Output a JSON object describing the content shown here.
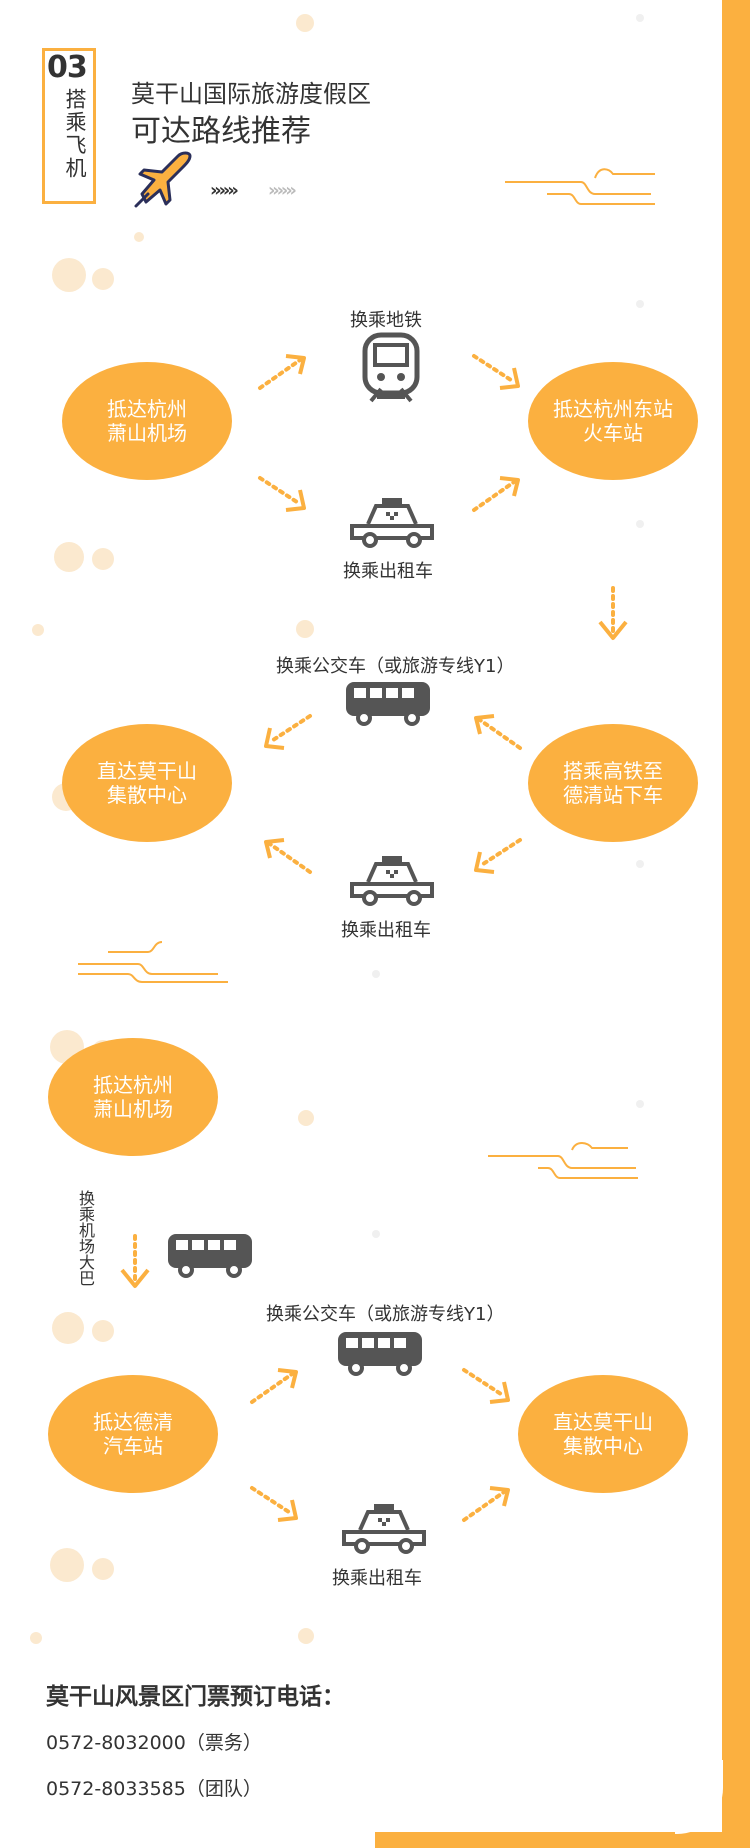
{
  "header": {
    "number": "03",
    "section_title": "搭乘飞机",
    "title_line1": "莫干山国际旅游度假区",
    "title_line2": "可达路线推荐"
  },
  "route1": {
    "start": "抵达杭州\n萧山机场",
    "end": "抵达杭州东站\n火车站",
    "upper_transfer": "换乘地铁",
    "lower_transfer": "换乘出租车"
  },
  "route2": {
    "start": "搭乘高铁至\n德清站下车",
    "end": "直达莫干山\n集散中心",
    "upper_transfer": "换乘公交车（或旅游专线Y1）",
    "lower_transfer": "换乘出租车"
  },
  "route3": {
    "start": "抵达杭州\n萧山机场",
    "transfer": "换乘机场大巴"
  },
  "route4": {
    "start": "抵达德清\n汽车站",
    "end": "直达莫干山\n集散中心",
    "upper_transfer": "换乘公交车（或旅游专线Y1）",
    "lower_transfer": "换乘出租车"
  },
  "footer": {
    "title": "莫干山风景区门票预订电话：",
    "phone1": "0572-8032000（票务）",
    "phone2": "0572-8033585（团队）"
  },
  "icons": [
    "airplane-icon",
    "subway-icon",
    "taxi-icon",
    "bus-icon",
    "dotted-arrow-icon"
  ],
  "colors": {
    "accent": "#fbb040",
    "icon_gray": "#555555",
    "text": "#333333"
  }
}
